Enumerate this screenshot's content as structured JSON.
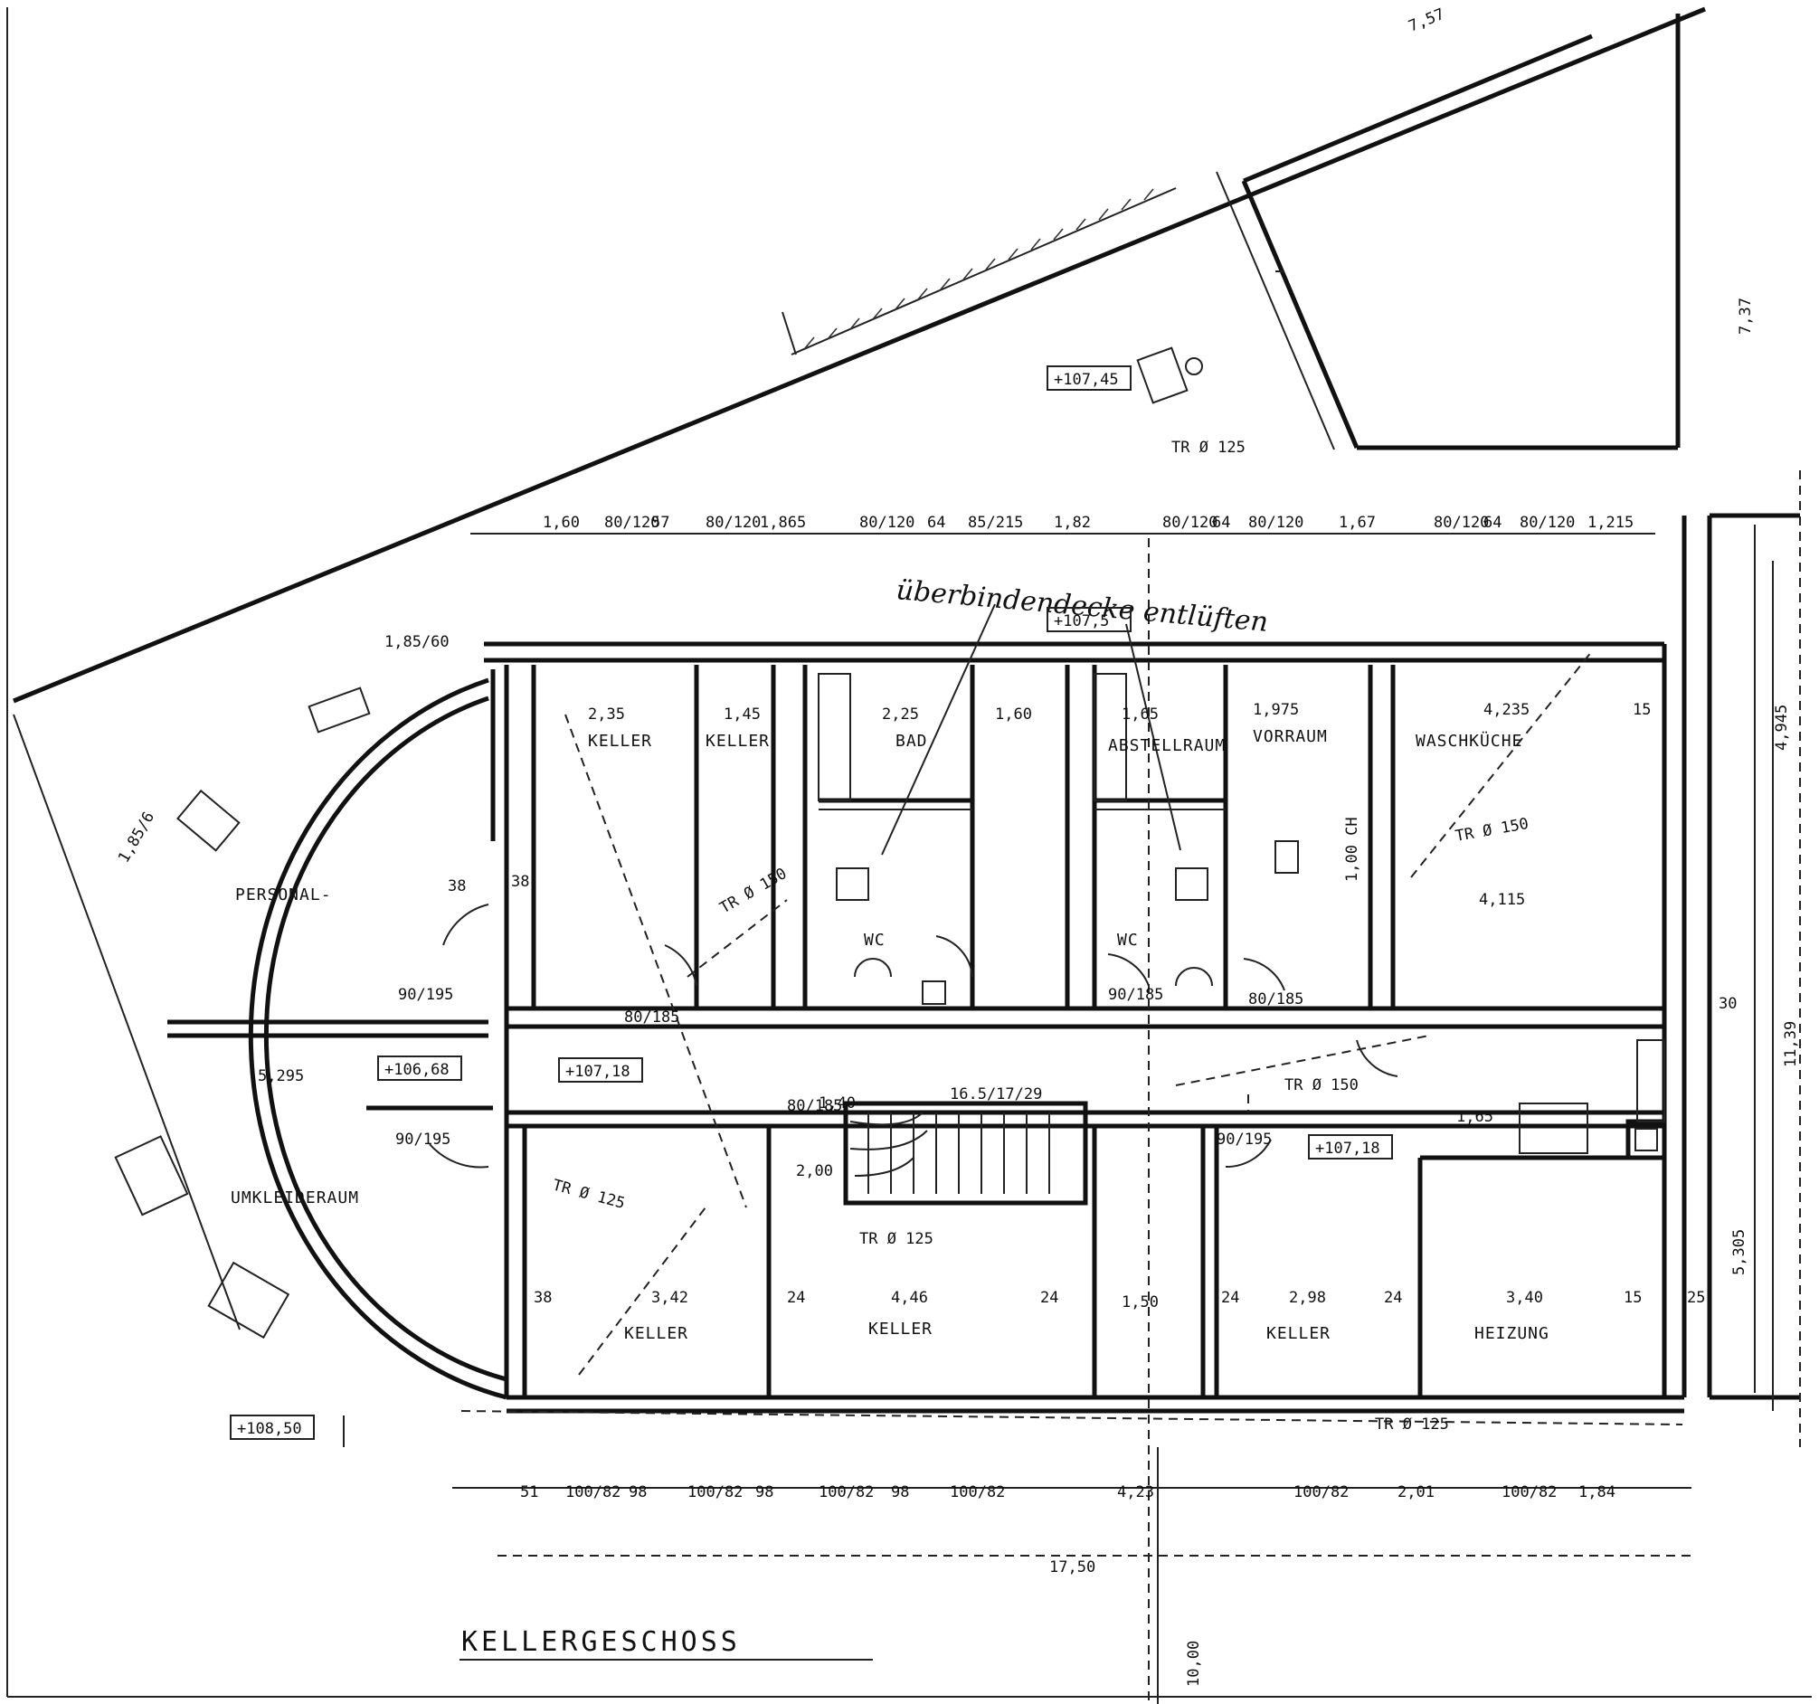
{
  "title": "KELLERGESCHOSS",
  "note": "überbindendecke entlüften",
  "rooms": {
    "personal": "PERSONAL-",
    "umkleideraum": "UMKLEIDERAUM",
    "keller_1": "KELLER",
    "keller_2": "KELLER",
    "bad": "BAD",
    "abstellraum": "ABSTELLRAUM",
    "vorraum": "VORRAUM",
    "waschkueche": "WASCHKÜCHE",
    "keller_3": "KELLER",
    "keller_4": "KELLER",
    "keller_5": "KELLER",
    "heizung": "HEIZUNG",
    "wc_1": "WC",
    "wc_2": "WC"
  },
  "room_widths": {
    "keller_1": "2,35",
    "keller_2": "1,45",
    "bad": "2,25",
    "hall": "1,60",
    "abstellraum": "1,65",
    "vorraum": "1,975",
    "waschkueche": "4,235",
    "umkleideraum": "5,295",
    "keller_3": "3,42",
    "keller_4": "4,46",
    "stair": "1,50",
    "keller_5": "2,98",
    "heizung": "3,40"
  },
  "top_dims": [
    "1,60",
    "80/120",
    "57",
    "80/120",
    "1,865",
    "80/120",
    "64",
    "85/215",
    "1,82",
    "80/120",
    "64",
    "80/120",
    "1,67",
    "80/120",
    "64",
    "80/120",
    "1,215"
  ],
  "bottom_dims": [
    "51",
    "100/82",
    "98",
    "100/82",
    "98",
    "100/82",
    "98",
    "100/82",
    "4,23",
    "100/82",
    "2,01",
    "100/82",
    "1,84"
  ],
  "overall_dims": {
    "bottom": "17,50",
    "right_upper": "4,945",
    "right_middle": "11,39",
    "right_lower": "5,305",
    "vertical": "10,00",
    "top_right_a": "7,57",
    "top_right_b": "7,37",
    "arc_segment": "1,85/60",
    "arc_window": "1,85/6"
  },
  "levels": {
    "l1": "+107,45",
    "l2": "+107,5",
    "l3": "+106,68",
    "l4": "+107,18",
    "l5": "+107,18",
    "l6": "+108,50"
  },
  "walls": {
    "w38a": "38",
    "w38b": "38",
    "w38c": "38",
    "w24a": "24",
    "w24b": "24",
    "w24c": "24",
    "w24d": "24",
    "w15a": "15",
    "w15b": "15",
    "w25": "25",
    "w30": "30"
  },
  "doors": {
    "d1": "90/195",
    "d2": "90/195",
    "d3": "90/195",
    "d4": "80/185",
    "d5": "80/185",
    "d6": "90/185",
    "d7": "80/185"
  },
  "pipes": {
    "tr1": "TR Ø 125",
    "tr2": "TR Ø 150",
    "tr3": "TR Ø 150",
    "tr4": "TR Ø 150",
    "tr5": "TR Ø 125",
    "tr6": "TR Ø 125",
    "tr7": "TR Ø 125"
  },
  "stair_label": "16.5/17/29",
  "chimney": "1,00 CH",
  "misc": {
    "s1": "1,40",
    "s2": "2,00",
    "s3": "1,65",
    "s4": "4,115"
  }
}
